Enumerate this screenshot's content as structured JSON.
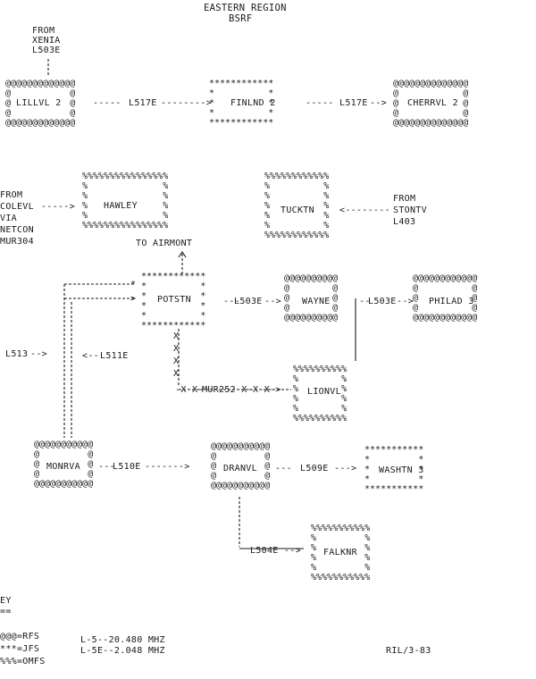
{
  "title": "EASTERN REGION",
  "subtitle": "BSRF",
  "key": {
    "heading": "EY",
    "underline": "==",
    "items": [
      {
        "sym": "@@@=RFS"
      },
      {
        "sym": "***=JFS"
      },
      {
        "sym": "%%%=OMFS"
      }
    ]
  },
  "freqs": [
    "L-5--20.480 MHZ",
    "L-5E--2.048 MHZ"
  ],
  "ref": "RIL/3-83",
  "nodes": {
    "lillvl": {
      "label": "LILLVL 2",
      "type": "RFS"
    },
    "finlnd": {
      "label": "FINLND 2",
      "type": "JFS"
    },
    "cherrvl": {
      "label": "CHERRVL 2",
      "type": "RFS"
    },
    "hawley": {
      "label": "HAWLEY",
      "type": "OMFS"
    },
    "tucktn": {
      "label": "TUCKTN",
      "type": "OMFS"
    },
    "potstn": {
      "label": "POTSTN",
      "type": "JFS"
    },
    "wayne": {
      "label": "WAYNE",
      "type": "RFS"
    },
    "philad": {
      "label": "PHILAD 3",
      "type": "RFS"
    },
    "lionvl": {
      "label": "LIONVL",
      "type": "OMFS"
    },
    "monrva": {
      "label": "MONRVA",
      "type": "RFS"
    },
    "dranvl": {
      "label": "DRANVL",
      "type": "RFS"
    },
    "washtn": {
      "label": "WASHTN 3",
      "type": "JFS"
    },
    "falknr": {
      "label": "FALKNR",
      "type": "OMFS"
    }
  },
  "links": {
    "from_xenia": [
      "FROM",
      "XENIA",
      "L503E"
    ],
    "lillvl_finlnd": "L517E",
    "finlnd_cherrvl": "L517E",
    "from_colevl": [
      "FROM",
      "COLEVL",
      "VIA",
      "NETCON",
      "MUR304"
    ],
    "from_stontv": [
      "FROM",
      "STONTV",
      "L403"
    ],
    "to_airmont": "TO AIRMONT",
    "potstn_wayne": "L503E",
    "wayne_philad": "L503E",
    "l513": "L513",
    "l511e": "L511E",
    "mur252": "MUR252",
    "monrva_dranvl": "L510E",
    "dranvl_washtn": "L509E",
    "dranvl_falknr": "L504E"
  }
}
